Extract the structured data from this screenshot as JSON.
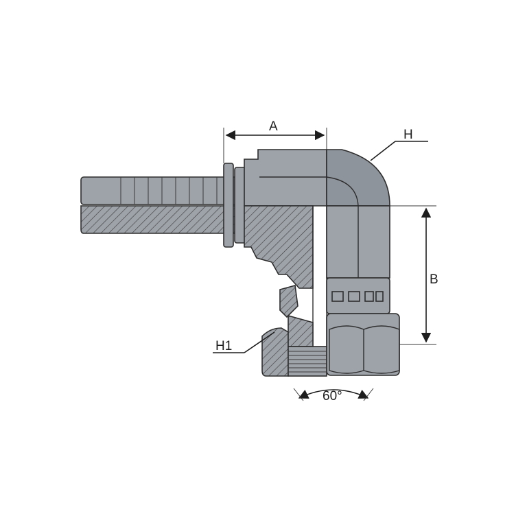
{
  "diagram": {
    "labels": {
      "a": "A",
      "b": "B",
      "h": "H",
      "h1": "H1",
      "angle": "60°"
    },
    "colors": {
      "metal": "#9ea3a9",
      "metal_dark": "#8e949b",
      "outline": "#2d2d2d",
      "background": "#ffffff"
    }
  }
}
